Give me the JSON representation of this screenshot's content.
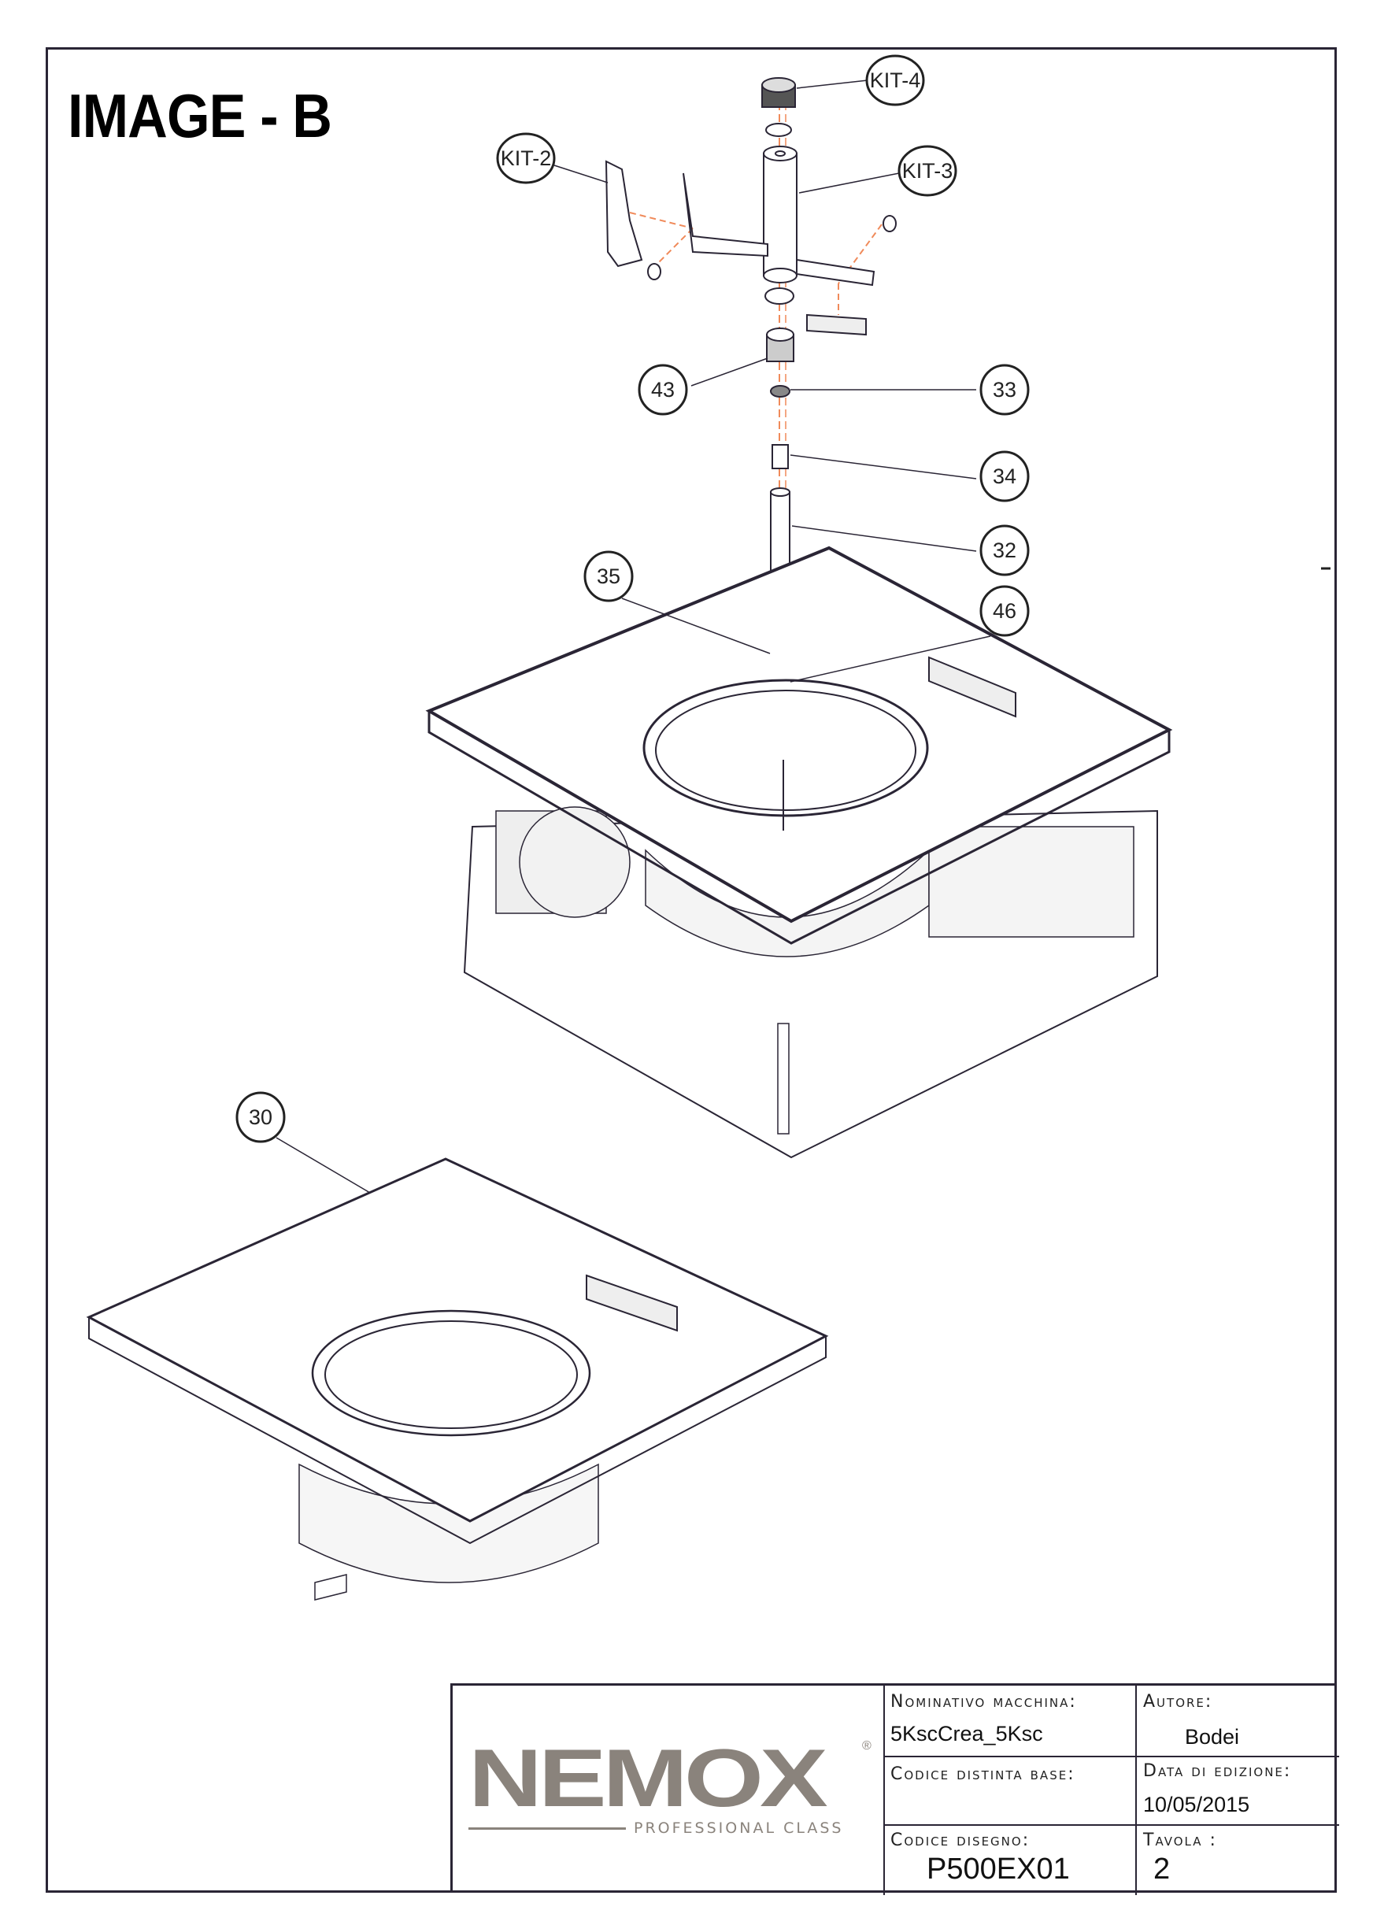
{
  "title": "IMAGE - B",
  "balloons": {
    "kit4": "KIT-4",
    "kit2": "KIT-2",
    "kit3": "KIT-3",
    "p43": "43",
    "p33": "33",
    "p34": "34",
    "p32": "32",
    "p35": "35",
    "p46": "46",
    "p30": "30"
  },
  "title_block": {
    "logo": {
      "brand": "NEMOX",
      "registered": "®",
      "tagline": "PROFESSIONAL CLASS"
    },
    "machine_name_label": "Nominativo macchina:",
    "machine_name_value": "5KscCrea_5Ksc",
    "author_label": "Autore:",
    "author_value": "Bodei",
    "bom_code_label": "Codice distinta base:",
    "bom_code_value": "",
    "edition_date_label": "Data di edizione:",
    "edition_date_value": "10/05/2015",
    "drawing_code_label": "Codice disegno:",
    "drawing_code_value": "P500EX01",
    "sheet_label": "Tavola :",
    "sheet_value": "2"
  },
  "colors": {
    "line": "#2a2535",
    "explode_line": "#f08a5a",
    "logo": "#8a837c"
  }
}
